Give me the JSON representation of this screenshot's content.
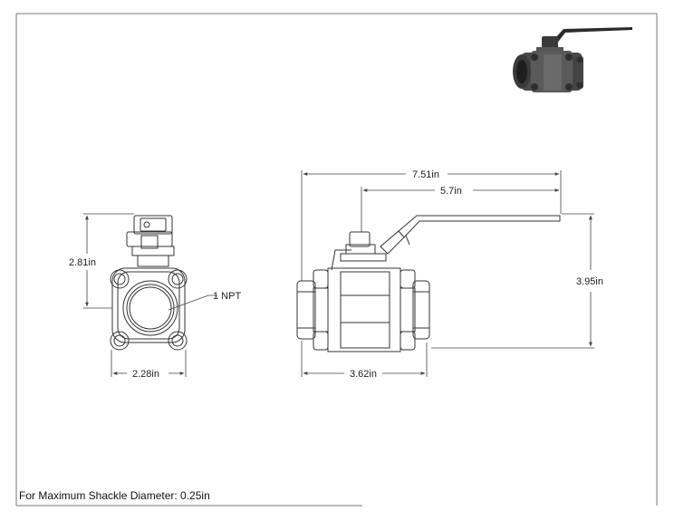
{
  "drawing": {
    "front_view": {
      "height_label": "2.81in",
      "width_label": "2.28in",
      "port_label": "1 NPT"
    },
    "side_view": {
      "overall_length_label": "7.51in",
      "handle_length_label": "5.7in",
      "height_label": "3.95in",
      "body_length_label": "3.62in"
    },
    "note": "For Maximum Shackle Diameter: 0.25in"
  },
  "colors": {
    "line": "#333333",
    "dimension": "#444444",
    "iso_body": "#4a4a4a",
    "iso_handle": "#2b2b2b"
  }
}
